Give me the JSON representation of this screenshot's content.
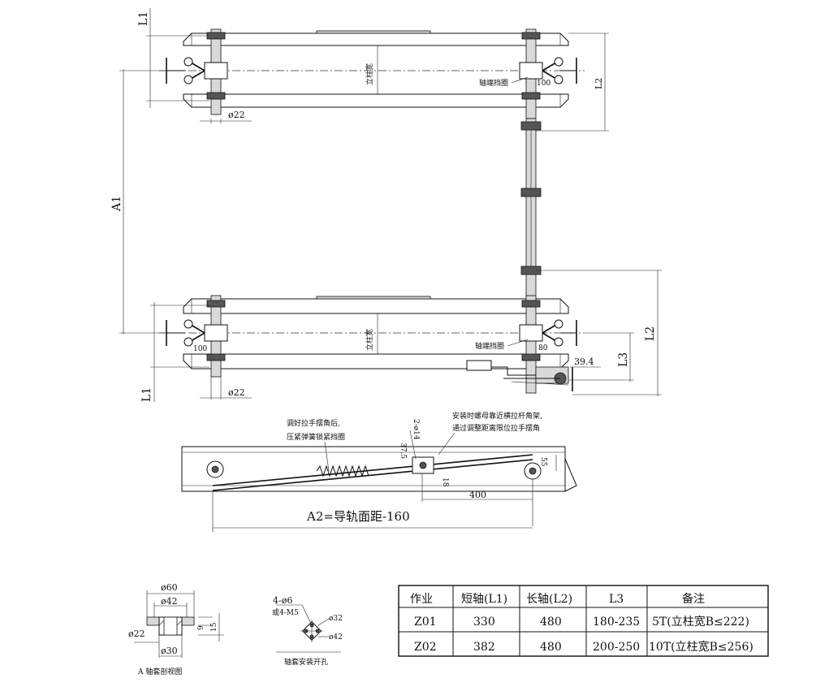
{
  "top_view": {
    "l1_label": "L1",
    "l2_label": "L2",
    "l3_label": "L3",
    "a1_label": "A1",
    "pillar_width": "立柱宽",
    "axle_end_stop": "轴端挡圈",
    "dim_100": "100",
    "dim_80": "80",
    "dim_phi22": "ø22",
    "dim_39_4": "39.4"
  },
  "side_view": {
    "note_left": [
      "调好拉手摆角后,",
      "压紧弹簧锁紧挡圈"
    ],
    "note_right": [
      "安装时螺母靠近横拉杆角架,",
      "通过调整距离限位拉手摆角"
    ],
    "dim_37_5": "37.5",
    "dim_2_phi14": "2-ø14",
    "dim_18": "18",
    "dim_55": "55",
    "dim_400": "400",
    "a2_label": "A2=导轨面距-160"
  },
  "detail_a": {
    "dim_phi60": "ø60",
    "dim_phi42": "ø42",
    "dim_phi22": "ø22",
    "dim_phi30": "ø30",
    "dim_9": "9",
    "dim_15": "15",
    "caption": "A 轴套剖视图"
  },
  "detail_holes": {
    "label_main": "4-ø6",
    "label_alt": "或4-M5",
    "dim_phi32": "ø32",
    "dim_phi42": "ø42",
    "caption": "轴套安装开孔"
  },
  "table": {
    "headers": [
      "作业",
      "短轴(L1)",
      "长轴(L2)",
      "L3",
      "备注"
    ],
    "rows": [
      [
        "Z01",
        "330",
        "480",
        "180-235",
        "5T(立柱宽B≤222)"
      ],
      [
        "Z02",
        "382",
        "480",
        "200-250",
        "10T(立柱宽B≤256)"
      ]
    ]
  }
}
